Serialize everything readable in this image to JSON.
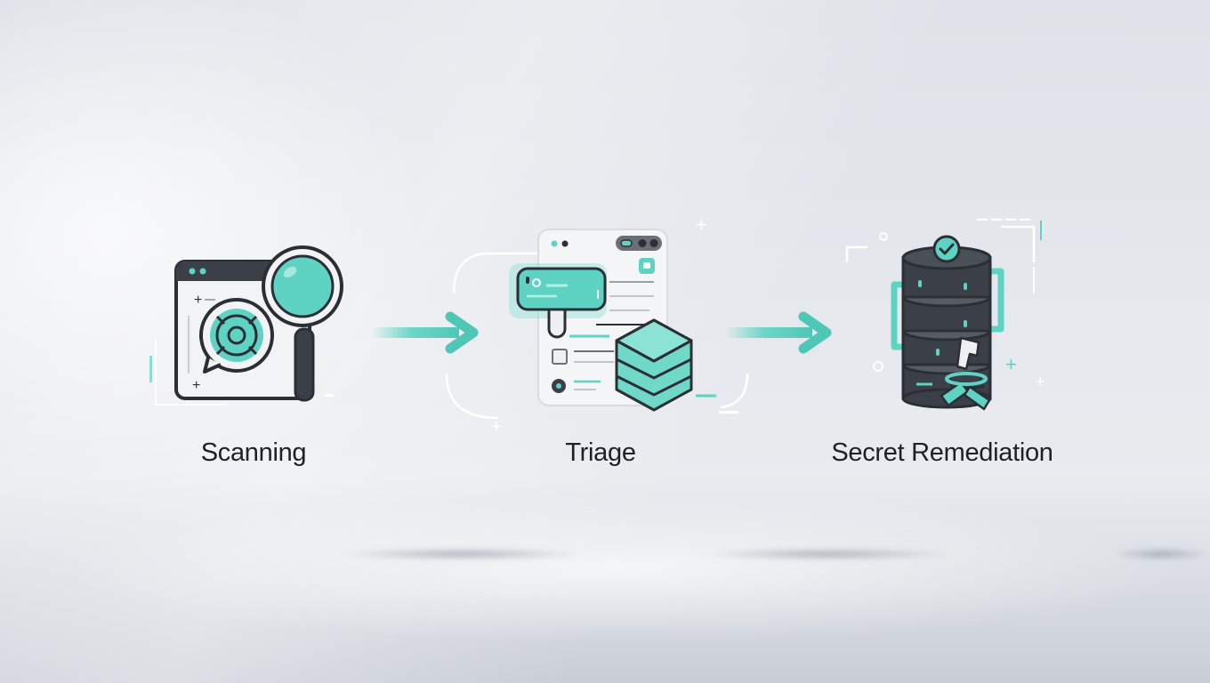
{
  "diagram": {
    "type": "process-flow",
    "steps": [
      {
        "id": "scanning",
        "label": "Scanning",
        "icon": "browser-magnifier-scan-icon"
      },
      {
        "id": "triage",
        "label": "Triage",
        "icon": "document-tag-cube-icon"
      },
      {
        "id": "secret-remediation",
        "label": "Secret Remediation",
        "icon": "database-check-wrench-icon"
      }
    ],
    "connectors": [
      {
        "from": "scanning",
        "to": "triage",
        "icon": "arrow-right-icon"
      },
      {
        "from": "triage",
        "to": "secret-remediation",
        "icon": "arrow-right-icon"
      }
    ]
  },
  "colors": {
    "accent": "#5fd3c3",
    "accent_dark": "#3fb7a6",
    "outline": "#2b2f35",
    "dark_fill": "#3b4048",
    "label_text": "#1d2126",
    "background": "#e4e7ec"
  }
}
